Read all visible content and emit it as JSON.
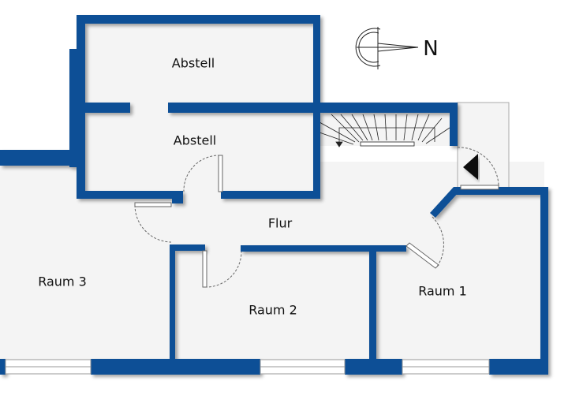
{
  "rooms": {
    "abstell_upper": "Abstell",
    "abstell_lower": "Abstell",
    "flur": "Flur",
    "raum3": "Raum 3",
    "raum2": "Raum 2",
    "raum1": "Raum 1"
  },
  "compass": {
    "label": "N"
  },
  "colors": {
    "wall": "#0d4f96",
    "floor": "#f4f4f4",
    "window": "#ffffff"
  }
}
